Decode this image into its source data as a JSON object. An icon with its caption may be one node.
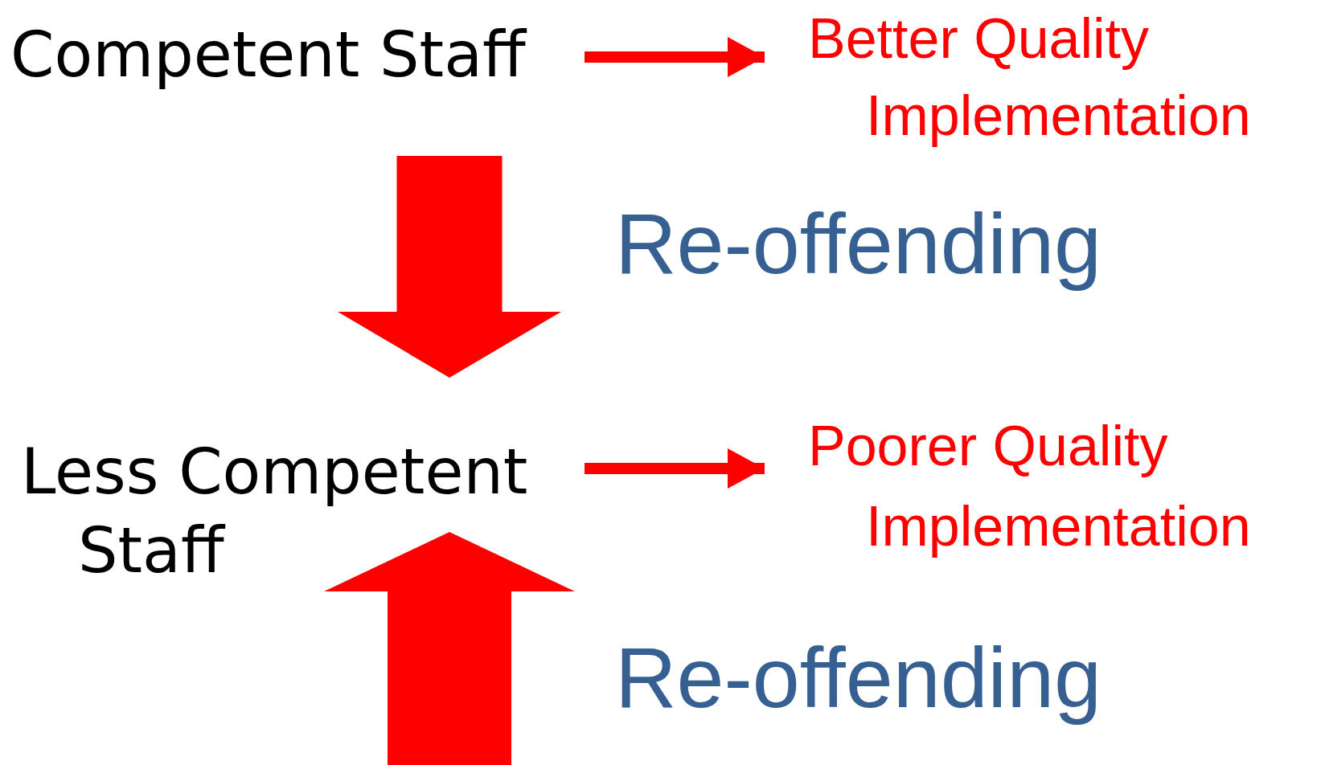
{
  "diagram": {
    "nodes": [
      {
        "text": [
          "Competent Staff"
        ]
      },
      {
        "text": [
          "Better Quality Implementation"
        ]
      },
      {
        "text": [
          "Less Competent Staff"
        ]
      },
      {
        "text": [
          "Poorer Quality Implementation"
        ]
      }
    ],
    "edges": [
      {
        "from": 0,
        "to": 1,
        "arrow": "to"
      },
      {
        "from": 0,
        "to": 2,
        "arrow": "to",
        "style": "thick",
        "label": "Re-offending"
      },
      {
        "from": 2,
        "to": 3,
        "arrow": "to"
      },
      {
        "from": null,
        "to": 2,
        "arrow": "to",
        "style": "thick",
        "label": "Re-offending"
      }
    ]
  }
}
